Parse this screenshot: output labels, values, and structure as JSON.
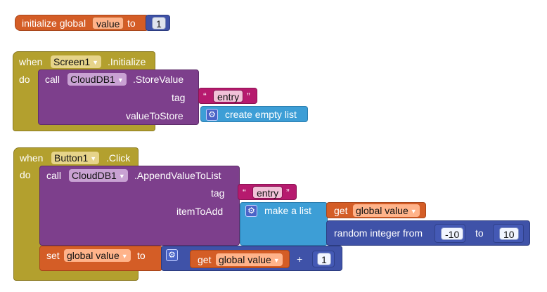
{
  "global_init": {
    "label": "initialize global",
    "var_name": "value",
    "to": "to",
    "init_value": "1"
  },
  "screen_init": {
    "when": "when",
    "component": "Screen1",
    "event": ".Initialize",
    "do": "do",
    "call": {
      "call": "call",
      "component": "CloudDB1",
      "method": ".StoreValue",
      "tag_label": "tag",
      "tag_value": "entry",
      "value_label": "valueToStore",
      "value_block": "create empty list"
    }
  },
  "button_click": {
    "when": "when",
    "component": "Button1",
    "event": ".Click",
    "do": "do",
    "call": {
      "call": "call",
      "component": "CloudDB1",
      "method": ".AppendValueToList",
      "tag_label": "tag",
      "tag_value": "entry",
      "item_label": "itemToAdd",
      "make_list": "make a list",
      "get_label": "get",
      "get_var": "global value",
      "random_label": "random integer from",
      "random_from": "-10",
      "random_to_label": "to",
      "random_to": "10"
    },
    "set": {
      "set": "set",
      "var": "global value",
      "to": "to",
      "get_label": "get",
      "get_var": "global value",
      "op": "+",
      "operand": "1"
    }
  },
  "colors": {
    "variables": "#d45d26",
    "events": "#b3a02e",
    "components": "#7d3f8c",
    "text": "#b61a6e",
    "lists": "#3d9ed6",
    "math": "#3f52a8"
  },
  "icons": {
    "mutator": "gear-icon",
    "dropdown": "triangle-down-icon"
  }
}
